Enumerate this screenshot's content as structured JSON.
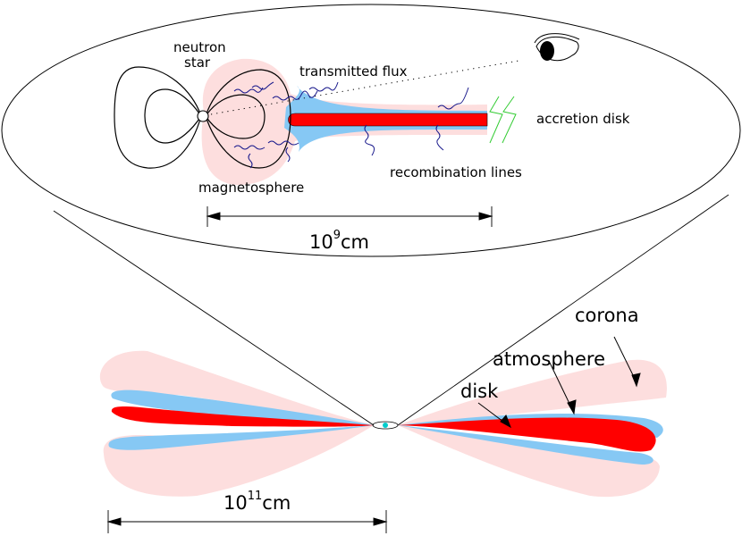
{
  "labels": {
    "neutron": "neutron",
    "star": "star",
    "transmitted_flux": "transmitted flux",
    "accretion_disk": "accretion disk",
    "magnetosphere": "magnetosphere",
    "recombination_lines": "recombination lines",
    "corona": "corona",
    "atmosphere": "atmosphere",
    "disk": "disk"
  },
  "scale_inner": {
    "base": "10",
    "exponent": "9",
    "unit": "cm"
  },
  "scale_outer": {
    "base": "10",
    "exponent": "11",
    "unit": "cm"
  },
  "colors": {
    "corona": "#fddede",
    "atmosphere": "#86c8f4",
    "disk": "#ff0000",
    "photon": "#1a1a8c",
    "shock": "#33cc33",
    "neutron_star": "#00cccc"
  },
  "icons": {
    "observer": "eye-icon"
  }
}
